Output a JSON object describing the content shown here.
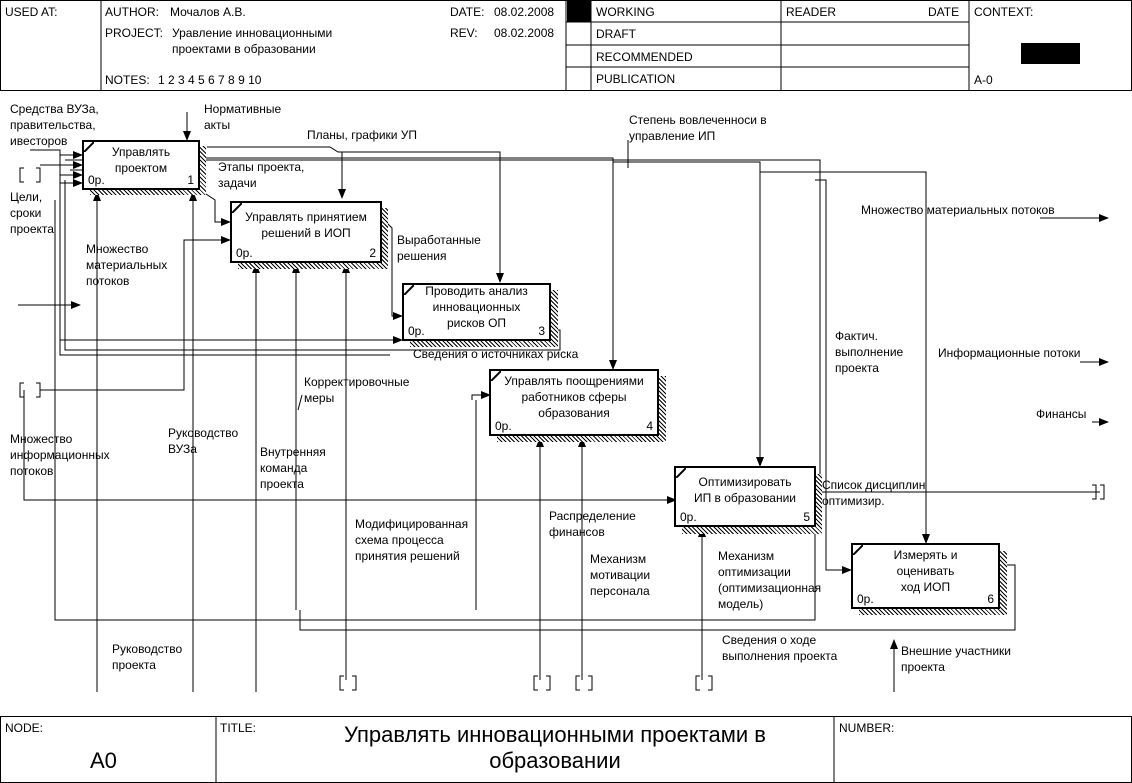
{
  "header": {
    "used_at_label": "USED AT:",
    "author_label": "AUTHOR:",
    "author": "Мочалов А.В.",
    "project_label": "PROJECT:",
    "project": "Уравление инновационными\nпроектами в образовании",
    "notes_label": "NOTES:",
    "notes": "1  2  3  4  5  6  7  8  9  10",
    "date_label": "DATE:",
    "date": "08.02.2008",
    "rev_label": "REV:",
    "rev": "08.02.2008",
    "status": [
      "WORKING",
      "DRAFT",
      "RECOMMENDED",
      "PUBLICATION"
    ],
    "reader_label": "READER",
    "date2_label": "DATE",
    "context_label": "CONTEXT:",
    "context_node": "A-0"
  },
  "footer": {
    "node_label": "NODE:",
    "node": "A0",
    "title_label": "TITLE:",
    "title": "Управлять инновационными проектами в\nобразовании",
    "number_label": "NUMBER:"
  },
  "activities": [
    {
      "id": 1,
      "label": "Управлять\nпроектом",
      "cost": "0р.",
      "number": "1"
    },
    {
      "id": 2,
      "label": "Управлять принятием\nрешений в ИОП",
      "cost": "0р.",
      "number": "2"
    },
    {
      "id": 3,
      "label": "Проводить анализ\nинновационных\nрисков ОП",
      "cost": "0р.",
      "number": "3"
    },
    {
      "id": 4,
      "label": "Управлять поощрениями\nработников сферы\nобразования",
      "cost": "0р.",
      "number": "4"
    },
    {
      "id": 5,
      "label": "Оптимизировать\nИП в образовании",
      "cost": "0р.",
      "number": "5"
    },
    {
      "id": 6,
      "label": "Измерять и\nоценивать\nход ИОП",
      "cost": "0р.",
      "number": "6"
    }
  ],
  "arrow_labels": {
    "funds": "Средства ВУЗа,\nправительства,\nивесторов",
    "norm_acts": "Нормативные\nакты",
    "plans": "Планы, графики УП",
    "involvement": "Степень вовлеченноси в\nуправление ИП",
    "stages": "Этапы проекта,\nзадачи",
    "goals": "Цели,\nсроки\nпроекта",
    "mat_flows_in": "Множество\nматериальных\nпотоков",
    "mat_flows_out": "Множество материальных потоков",
    "decisions": "Выработанные\nрешения",
    "risk_sources": "Сведения о источниках риска",
    "fact_exec": "Фактич.\nвыполнение\nпроекта",
    "info_flows": "Информационные потоки",
    "corrective": "Корректировочные\nмеры",
    "finances": "Финансы",
    "info_flows_in": "Множество\nинформационных\nпотоков",
    "uni_mgmt": "Руководство\nВУЗа",
    "internal_team": "Внутренняя\nкоманда\nпроекта",
    "disciplines": "Список дисциплин\nоптимизир.",
    "modified_scheme": "Модифицированная\nсхема процесса\nпринятия решений",
    "fin_distribution": "Распределение\nфинансов",
    "motivation": "Механизм\nмотивации\nперсонала",
    "opt_mechanism": "Механизм\nоптимизации\n(оптимизационная\nмодель)",
    "project_mgmt": "Руководство\nпроекта",
    "progress_info": "Сведения  о ходе\nвыполнения проекта",
    "external": "Внешние участники\nпроекта"
  },
  "colors": {
    "line": "#000000",
    "background": "#ffffff"
  }
}
